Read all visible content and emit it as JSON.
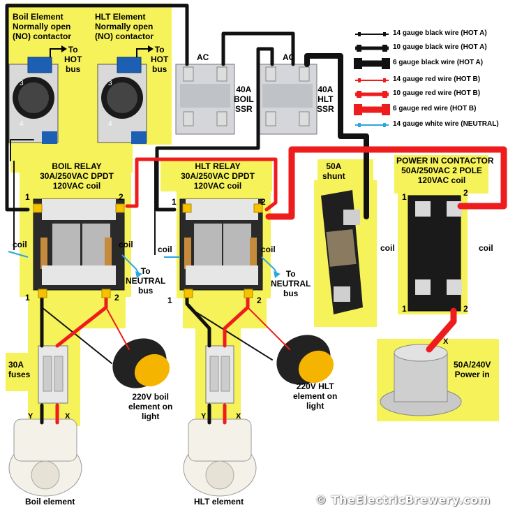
{
  "colors": {
    "highlight": "#f6f25a",
    "wire_black": "#111111",
    "wire_red": "#ee1c1c",
    "wire_white": "#2aa6e0",
    "ssr_body": "#d4d6da",
    "relay_body": "#2a2a2a",
    "brass": "#c68a3c",
    "lamp": "#f5b400"
  },
  "labels": {
    "boil_contactor": "Boil Element\nNormally open\n(NO) contactor",
    "hlt_contactor": "HLT Element\nNormally open\n(NO) contactor",
    "to_hot_bus": "To\nHOT\nbus",
    "ac": "AC",
    "boil_ssr": "40A\nBOIL\nSSR",
    "hlt_ssr": "40A\nHLT\nSSR",
    "boil_relay": "BOIL RELAY\n30A/250VAC DPDT\n120VAC coil",
    "hlt_relay": "HLT RELAY\n30A/250VAC DPDT\n120VAC coil",
    "shunt": "50A\nshunt",
    "power_contactor": "POWER IN CONTACTOR\n50A/250VAC 2 POLE\n120VAC coil",
    "terminal_1": "1",
    "terminal_2": "2",
    "coil": "coil",
    "to_neutral_bus": "To\nNEUTRAL\nbus",
    "fuses": "30A\nfuses",
    "boil_light": "220V boil\nelement on\nlight",
    "hlt_light": "220V HLT\nelement on\nlight",
    "terminal_y": "Y",
    "terminal_x": "X",
    "boil_element": "Boil element",
    "hlt_element": "HLT element",
    "power_in": "50A/240V\nPower in",
    "watermark": "© TheElectricBrewery.com"
  },
  "legend": [
    {
      "label": "14 gauge black wire (HOT A)",
      "color": "#111111",
      "weight": "thin"
    },
    {
      "label": "10 gauge black wire (HOT A)",
      "color": "#111111",
      "weight": "medium"
    },
    {
      "label": "6 gauge black wire (HOT A)",
      "color": "#111111",
      "weight": "thick"
    },
    {
      "label": "14 gauge red wire (HOT B)",
      "color": "#ee1c1c",
      "weight": "thin"
    },
    {
      "label": "10 gauge red wire (HOT B)",
      "color": "#ee1c1c",
      "weight": "medium"
    },
    {
      "label": "6 gauge red wire (HOT B)",
      "color": "#ee1c1c",
      "weight": "thick"
    },
    {
      "label": "14 gauge white wire (NEUTRAL)",
      "color": "#2aa6e0",
      "weight": "thin"
    }
  ]
}
